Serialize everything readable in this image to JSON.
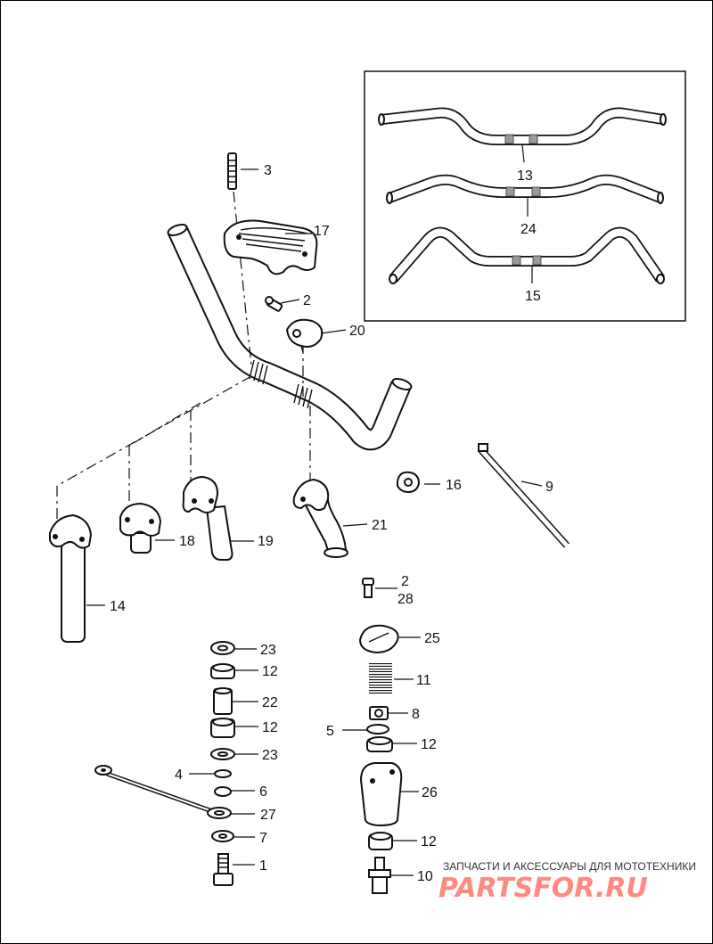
{
  "callouts": {
    "c1": "1",
    "c2a": "2",
    "c2b": "2",
    "c3": "3",
    "c4": "4",
    "c5": "5",
    "c6": "6",
    "c7": "7",
    "c8": "8",
    "c9": "9",
    "c10": "10",
    "c11": "11",
    "c12a": "12",
    "c12b": "12",
    "c12c": "12",
    "c12d": "12",
    "c13": "13",
    "c14": "14",
    "c15": "15",
    "c16": "16",
    "c17": "17",
    "c18": "18",
    "c19": "19",
    "c20": "20",
    "c21": "21",
    "c22": "22",
    "c23a": "23",
    "c23b": "23",
    "c24": "24",
    "c25": "25",
    "c26": "26",
    "c27": "27",
    "c28": "28"
  },
  "watermark": {
    "caption": "ЗАПЧАСТИ И АКСЕССУАРЫ ДЛЯ МОТОТЕХНИКИ",
    "brand": "PARTSFOR.RU"
  },
  "colors": {
    "line": "#111111",
    "knurl": "#9a9a9a",
    "watermark": "#ff8a80"
  }
}
